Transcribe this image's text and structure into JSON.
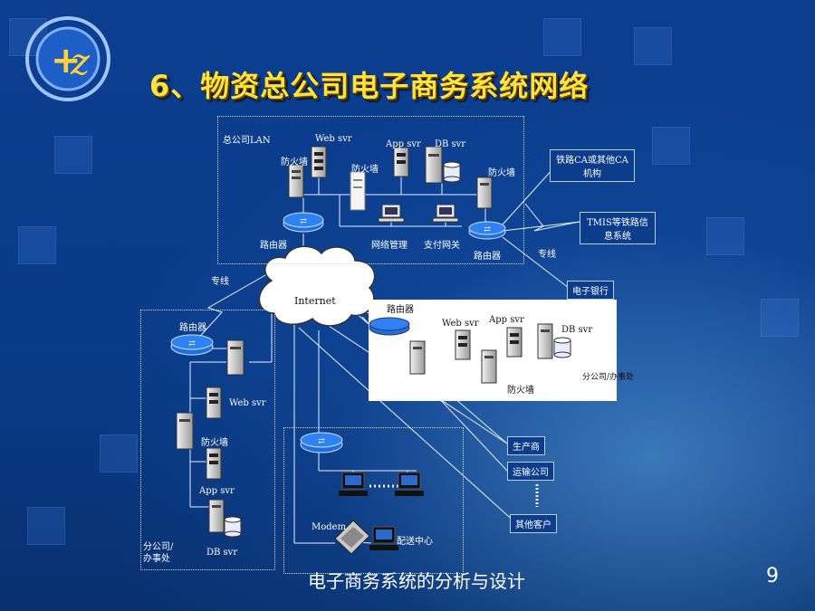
{
  "title": "6、物资总公司电子商务系统网络",
  "footer": {
    "course": "电子商务系统的分析与设计",
    "page": "9"
  },
  "hq": {
    "lan_label": "总公司LAN",
    "web_svr": "Web svr",
    "app_svr": "App svr",
    "db_svr": "DB svr",
    "firewall_left": "防火墙",
    "firewall_mid": "防火墙",
    "firewall_right": "防火墙",
    "router_left": "路由器",
    "router_right": "路由器",
    "net_mgmt": "网络管理",
    "payment_gateway": "支付网关"
  },
  "external": {
    "railway_ca": "铁路CA或其他CA机构",
    "tmis": "TMIS等铁路信息系统",
    "ebank": "电子银行",
    "leased_line_right": "专线",
    "leased_line_left": "专线",
    "internet": "Internet"
  },
  "branch_right": {
    "router": "路由器",
    "web_svr": "Web svr",
    "app_svr": "App svr",
    "db_svr": "DB svr",
    "firewall": "防火墙",
    "label": "分公司/办事处"
  },
  "branch_left": {
    "router": "路由器",
    "web_svr": "Web svr",
    "firewall": "防火墙",
    "app_svr": "App svr",
    "db_svr": "DB svr",
    "label_line1": "分公司/",
    "label_line2": "办事处"
  },
  "partners": {
    "manufacturer": "生产商",
    "transport": "运输公司",
    "other_clients": "其他客户",
    "modem": "Modem",
    "distribution": "配送中心"
  },
  "colors": {
    "title": "#ffe23a",
    "router": "#1f6fe0",
    "background": "#0a3a86"
  }
}
